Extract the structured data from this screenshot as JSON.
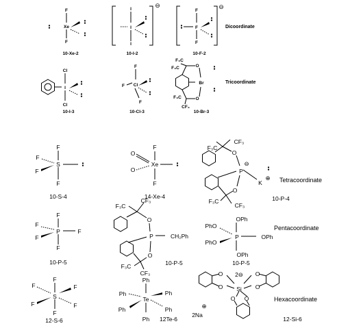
{
  "colors": {
    "ink": "#000000",
    "background": "#ffffff"
  },
  "classes": {
    "dicoordinate": "Dicoordinate",
    "tricoordinate": "Tricoordinate",
    "tetracoordinate": "Tetracoordinate",
    "pentacoordinate": "Pentacoordinate",
    "hexacoordinate": "Hexacoordinate"
  },
  "charges": {
    "anion": "⊖",
    "cation": "⊕",
    "dianion": "2⊖"
  },
  "symbols": {
    "F": "F",
    "I": "I",
    "Xe": "Xe",
    "Cl": "Cl",
    "Br": "Br",
    "S": "S",
    "O": "O",
    "P": "P",
    "Ph": "Ph",
    "PhO": "PhO",
    "OPh": "OPh",
    "Te": "Te",
    "Si": "Si",
    "CF3": "CF₃",
    "F3C": "F₃C",
    "CH2Ph": "CH₂Ph",
    "K": "K",
    "Na2": "2Na"
  },
  "labels": {
    "xe2": "10-Xe-2",
    "i2": "10-I-2",
    "f2": "10-F-2",
    "i3": "10-I-3",
    "cl3": "10-Cl-3",
    "br3": "10-Br-3",
    "s4": "10-S-4",
    "xe4": "14-Xe-4",
    "p4": "10-P-4",
    "p5a": "10-P-5",
    "p5b": "10-P-5",
    "p5c": "10-P-5",
    "s6": "12-S-6",
    "te6": "12Te-6",
    "si6": "12-Si-6"
  }
}
